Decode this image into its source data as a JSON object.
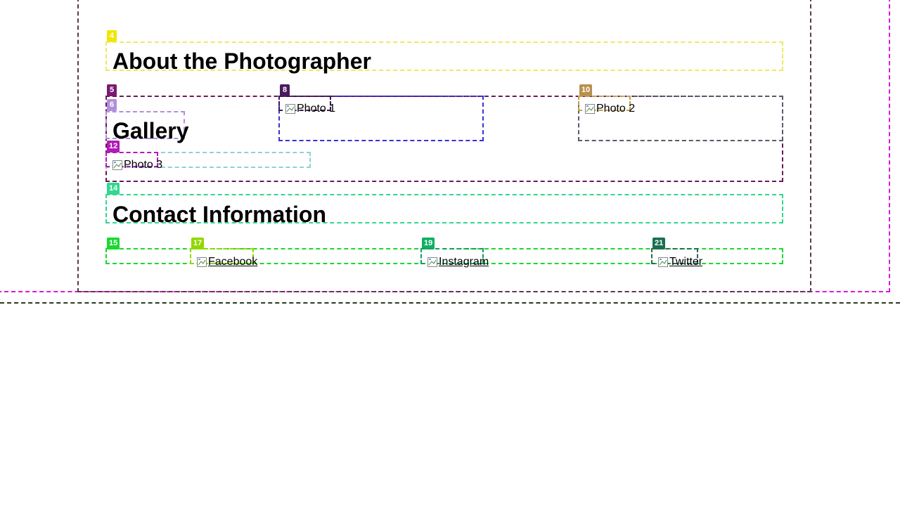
{
  "labels": {
    "l4": "4",
    "l5": "5",
    "l6": "6",
    "l8": "8",
    "l10": "10",
    "l12": "12",
    "l14": "14",
    "l15": "15",
    "l17": "17",
    "l19": "19",
    "l21": "21"
  },
  "about": {
    "title": "About the Photographer"
  },
  "gallery": {
    "title": "Gallery",
    "photos": [
      "Photo 1",
      "Photo 2",
      "Photo 3"
    ]
  },
  "contact": {
    "title": "Contact Information",
    "links": [
      "Facebook",
      "Instagram",
      "Twitter"
    ]
  },
  "colors": {
    "l4": "#f2e600",
    "l5": "#7a1a72",
    "l6": "#b08fd8",
    "l8": "#4a1a60",
    "l10": "#b8904c",
    "l12": "#b01ab8",
    "l14": "#30d890",
    "l15": "#1ad830",
    "l17": "#90d800",
    "l19": "#10b060",
    "l21": "#1a7050"
  },
  "icons": {
    "broken_image": "broken-image-icon"
  }
}
